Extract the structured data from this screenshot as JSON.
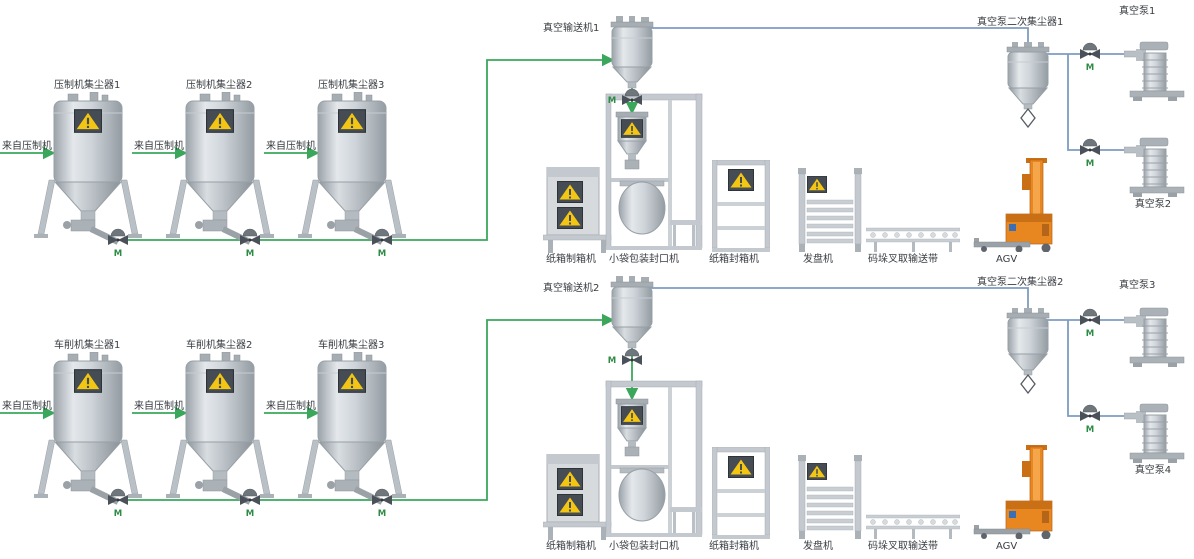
{
  "diagram": {
    "top": {
      "collector_labels": [
        "压制机集尘器1",
        "压制机集尘器2",
        "压制机集尘器3"
      ],
      "source_labels": [
        "来自压制机",
        "来自压制机",
        "来自压制机"
      ],
      "conveyor_label": "真空输送机1",
      "secondary_collector_label": "真空泵二次集尘器1",
      "pump_labels": [
        "真空泵1",
        "真空泵2"
      ],
      "machine_labels": [
        "纸箱制箱机",
        "小袋包装封口机",
        "纸箱封箱机",
        "发盘机",
        "码垛叉取输送带",
        "AGV"
      ]
    },
    "bottom": {
      "collector_labels": [
        "车削机集尘器1",
        "车削机集尘器2",
        "车削机集尘器3"
      ],
      "source_labels": [
        "来自压制机",
        "来自压制机",
        "来自压制机"
      ],
      "conveyor_label": "真空输送机2",
      "secondary_collector_label": "真空泵二次集尘器2",
      "pump_labels": [
        "真空泵3",
        "真空泵4"
      ],
      "machine_labels": [
        "纸箱制箱机",
        "小袋包装封口机",
        "纸箱封箱机",
        "发盘机",
        "码垛叉取输送带",
        "AGV"
      ]
    },
    "valve_label": "M",
    "colors": {
      "pipe_green": "#3aa75b",
      "pipe_blue": "#7d9cc0",
      "valve_m_green": "#2e8b46",
      "agv_orange": "#e8861f",
      "warning_yellow": "#f3c613",
      "warning_box": "#454c54",
      "equipment_gray": "#c6ccd2"
    }
  }
}
